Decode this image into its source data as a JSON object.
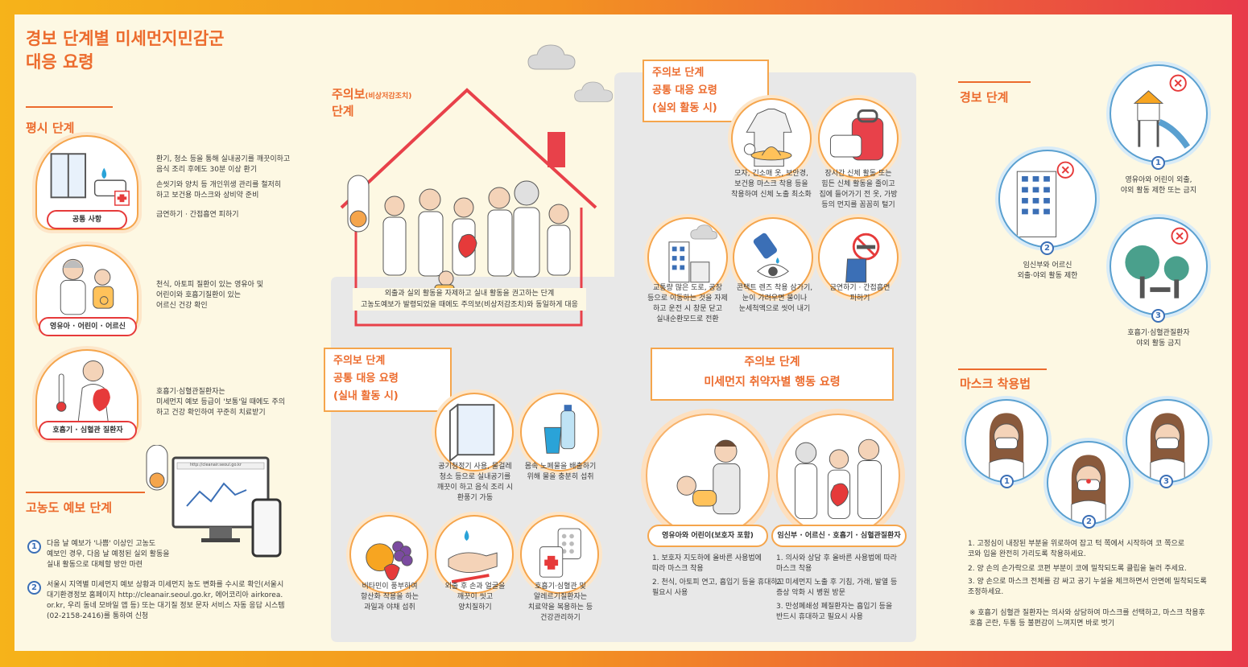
{
  "title": "경보 단계별 미세먼지민감군\n대응 요령",
  "normal_stage": {
    "heading": "평시 단계",
    "common": {
      "label": "공통 사항",
      "lines": [
        "환기, 청소 등을 통해 실내공기를 깨끗이하고\n음식 조리 후에도 30분 이상 환기",
        "손씻기와 양치 등 개인위생 관리를 철저히\n하고 보건용 마스크와 상비약 준비",
        "금연하기 · 간접흡연 피하기"
      ]
    },
    "children": {
      "label": "영유아 · 어린이 · 어르신",
      "text": "천식, 아토피 질환이 있는 영유아 및\n어린이와 호흡기질환이 있는\n어르신 건강 확인"
    },
    "respiratory": {
      "label": "호흡기 · 심혈관 질환자",
      "text": "호흡기·심혈관질환자는\n미세먼지 예보 등급이 '보통'일 때에도 주의\n하고 건강 확인하여 꾸준히 치료받기"
    }
  },
  "high_forecast": {
    "heading": "고농도 예보 단계",
    "browser_url": "http://cleanair.seoul.go.kr",
    "items": [
      {
        "num": "1",
        "text": "다음 날 예보가 '나쁨' 이상인 고농도\n예보인 경우, 다음 날 예정된 실외 활동을\n실내 활동으로 대체할 방안 마련"
      },
      {
        "num": "2",
        "text": "서울시 지역별 미세먼지 예보 상황과 미세먼지 농도 변화를 수시로 확인(서울시\n대기환경정보 홈페이지 http://cleanair.seoul.go.kr, 에어코리아 airkorea.\nor.kr, 우리 동네 모바일 앱 등) 또는 대기질 정보 문자 서비스 자동 응답 시스템\n(02-2158-2416)를 통하여 신청"
      }
    ]
  },
  "caution_stage": {
    "heading_main": "주의보",
    "heading_sub": "(비상저감조치)",
    "heading_end": "단계",
    "house_text": "외출과 실외 활동을 자제하고 실내 활동을 권고하는 단계\n고농도예보가 발령되었을 때에도 주의보(비상저감조치)와 동일하게 대응"
  },
  "outdoor": {
    "title": "주의보 단계\n공통 대응 요령\n(실외 활동 시)",
    "items": [
      {
        "text": "모자, 긴소매 옷, 보안경,\n보건용 마스크 착용 등을\n착용하여 신체 노출 최소화"
      },
      {
        "text": "장시간 신체 활동 또는\n힘든 신체 활동을 줄이고\n집에 들어가기 전 옷, 가방\n등의 먼지를 꼼꼼히 털기"
      },
      {
        "text": "교통량 많은 도로, 공장\n등으로 이동하는 것을 자제\n하고 운전 시 창문 닫고\n실내순환모드로 전환"
      },
      {
        "text": "콘택트 렌즈 착용 삼가기,\n눈이 가려우면 물이나\n눈세척액으로 씻어 내기"
      },
      {
        "text": "금연하기 · 간접흡연\n피하기"
      }
    ]
  },
  "indoor": {
    "title": "주의보 단계\n공통 대응 요령\n(실내 활동 시)",
    "items": [
      {
        "text": "공기청정기 사용, 물걸레\n청소 등으로 실내공기를\n깨끗이 하고 음식 조리 시\n환풍기 가동"
      },
      {
        "text": "몸속 노폐물을 배출하기\n위해 물을 충분히 섭취"
      },
      {
        "text": "비타민이 풍부하여\n항산화 작용을 하는\n과일과 야채 섭취"
      },
      {
        "text": "외출 후 손과 얼굴을\n깨끗이 씻고\n양치질하기"
      },
      {
        "text": "호흡기·심혈관 및\n알레르기질환자는\n치료약을 복용하는 등\n건강관리하기"
      }
    ]
  },
  "vulnerable": {
    "title": "주의보 단계\n미세먼지 취약자별 행동 요령",
    "groups": [
      {
        "label": "영유아와 어린이(보호자 포함)",
        "lines": [
          "1. 보호자 지도하에 올바른 사용법에\n    따라 마스크 착용",
          "2. 천식, 아토피 연고, 흡입기 등을 휴대하고\n    필요시 사용"
        ]
      },
      {
        "label": "임신부 · 어르신 · 호흡기 · 심혈관질환자",
        "lines": [
          "1. 의사와 상담 후 올바른 사용법에 따라\n    마스크 착용",
          "2. 미세먼지 노출 후 기침, 가래, 발열 등\n    증상 악화 시 병원 방문",
          "3. 만성폐쇄성 폐질환자는 흡입기 등을\n    반드시 휴대하고 필요시 사용"
        ]
      }
    ]
  },
  "alert_stage": {
    "heading": "경보 단계",
    "items": [
      {
        "num": "1",
        "text": "영유아와 어린이 외출,\n야외 활동 제한 또는 금지"
      },
      {
        "num": "2",
        "text": "임신부와 어르신\n외출·야외 활동 제한"
      },
      {
        "num": "3",
        "text": "호흡기·심혈관질환자\n야외 활동 금지"
      }
    ]
  },
  "mask": {
    "heading": "마스크 착용법",
    "steps": [
      "1",
      "2",
      "3"
    ],
    "lines": [
      "1. 고정심이 내장된 부분을 위로하여 잡고 턱 쪽에서 시작하여 코 쪽으로\n    코와 입을 완전히 가리도록 착용하세요.",
      "2. 양 손의 손가락으로 코편 부분이 코에 밀착되도록 클립을 눌러 주세요.",
      "3. 양 손으로 마스크 전체를 감 싸고 공기 누설을 체크하면서 안면에 밀착되도록\n    조정하세요."
    ],
    "note": "※ 호흡기 심혈관 질환자는 의사와 상담하여 마스크를 선택하고, 마스크 착용후\n    호흡 곤란, 두통 등 불편감이 느껴지면 바로 벗기"
  },
  "colors": {
    "accent": "#ec6b2d",
    "ring": "#f5a54c",
    "red": "#e63a3a",
    "blue": "#3b6fb6",
    "bg": "#fdf8e3"
  }
}
